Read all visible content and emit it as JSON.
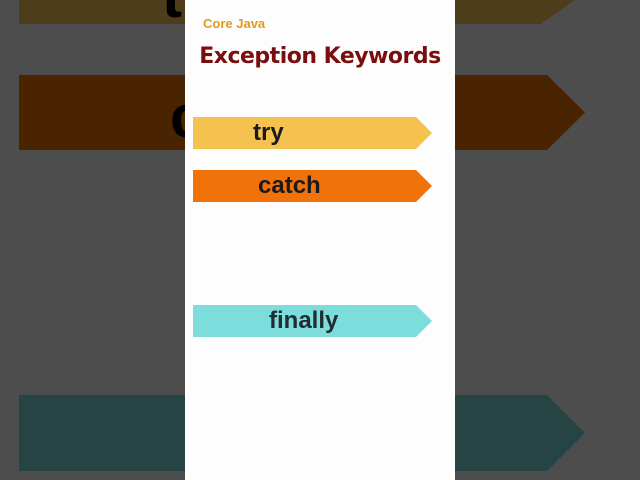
{
  "header": {
    "subtitle": "Core Java",
    "title": "Exception Keywords"
  },
  "keywords": [
    {
      "label": "try",
      "color": "#f6c24f",
      "text_color": "#1a1a1a"
    },
    {
      "label": "catch",
      "color": "#f07208",
      "text_color": "#1a1a1a"
    },
    {
      "label": "finally",
      "color": "#7ddcdc",
      "text_color": "#1f2d33"
    }
  ],
  "colors": {
    "subtitle": "#e09a20",
    "title": "#7a0e0e",
    "background": "#4d4d4d",
    "panel": "#fdfdfd",
    "bg_try": "#4d3d1b",
    "bg_catch": "#4a2300",
    "bg_finally": "#264444"
  }
}
